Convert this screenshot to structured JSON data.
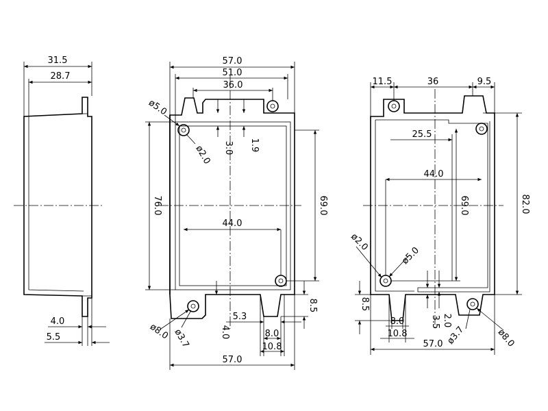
{
  "side_view": {
    "dims": {
      "depth_total": "31.5",
      "depth_body": "28.7",
      "flange_4": "4.0",
      "flange_5": "5.5"
    }
  },
  "front_view": {
    "dims": {
      "width_top": "57.0",
      "width_51": "51.0",
      "width_36": "36.0",
      "hole_5": "ø5.0",
      "hole_2": "ø2.0",
      "dim_3": "3.0",
      "dim_1_9": "1.9",
      "height_76": "76.0",
      "height_69": "69.0",
      "span_44": "44.0",
      "dim_8_5": "8.5",
      "dim_5_3": "5.3",
      "dim_4": "4.0",
      "hole_8": "ø8.0",
      "hole_3_7": "ø3.7",
      "slot_8": "8.0",
      "slot_10_8": "10.8",
      "width_bottom": "57.0"
    }
  },
  "rear_view": {
    "dims": {
      "left_11_5": "11.5",
      "mid_36": "36",
      "right_9_5": "9.5",
      "span_25_5": "25.5",
      "span_44": "44.0",
      "height_69": "69.0",
      "height_82": "82.0",
      "hole_2": "ø2.0",
      "hole_5": "ø5.0",
      "dim_8_5": "8.5",
      "slot_8": "8.0",
      "slot_10_8": "10.8",
      "dim_3_5": "3.5",
      "dim_2": "2.0",
      "hole_3_7": "ø3.7",
      "hole_8": "ø8.0",
      "width_bottom": "57.0"
    }
  }
}
